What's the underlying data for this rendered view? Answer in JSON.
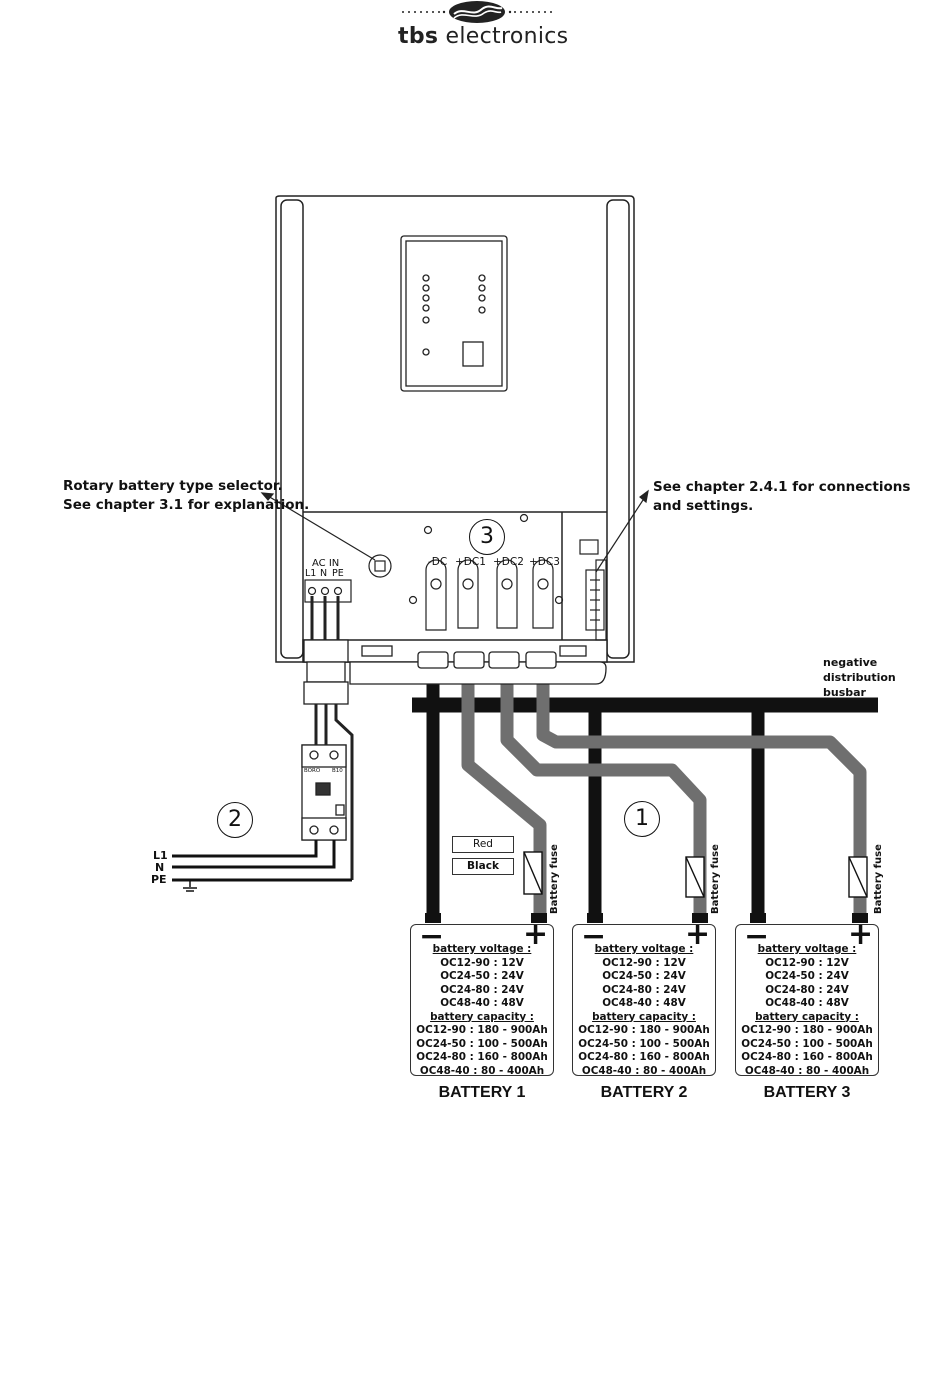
{
  "brand": {
    "name_bold": "tbs",
    "name_rest": " electronics"
  },
  "callouts": {
    "left_line1": "Rotary battery type selector.",
    "left_line2": "See chapter 3.1 for explanation.",
    "right_line1": "See chapter 2.4.1 for connections",
    "right_line2": "and settings."
  },
  "numbers": {
    "one": "1",
    "two": "2",
    "three": "3"
  },
  "terminals": {
    "dc_neg": "-DC",
    "dc1": "+DC1",
    "dc2": "+DC2",
    "dc3": "+DC3"
  },
  "ac_in": {
    "title": "AC IN",
    "l1": "L1",
    "n": "N",
    "pe": "PE"
  },
  "ac_lines": {
    "l1": "L1",
    "n": "N",
    "pe": "PE"
  },
  "busbar": {
    "line1": "negative",
    "line2": "distribution",
    "line3": "busbar"
  },
  "wires": {
    "red": "Red",
    "black": "Black"
  },
  "fuse_label": "Battery fuse",
  "breaker_text": {
    "brand": "BORO",
    "rating": "B10"
  },
  "battery_spec": {
    "voltage_title": "battery voltage :",
    "v1": "OC12-90 : 12V",
    "v2": "OC24-50 : 24V",
    "v3": "OC24-80 : 24V",
    "v4": "OC48-40 : 48V",
    "capacity_title": "battery capacity :",
    "c1": "OC12-90 : 180 - 900Ah",
    "c2": "OC24-50 : 100 - 500Ah",
    "c3": "OC24-80 : 160 - 800Ah",
    "c4": "OC48-40 : 80 - 400Ah"
  },
  "batteries": [
    {
      "name": "BATTERY 1",
      "minus": "−",
      "plus": "+"
    },
    {
      "name": "BATTERY 2",
      "minus": "−",
      "plus": "+"
    },
    {
      "name": "BATTERY 3",
      "minus": "−",
      "plus": "+"
    }
  ]
}
